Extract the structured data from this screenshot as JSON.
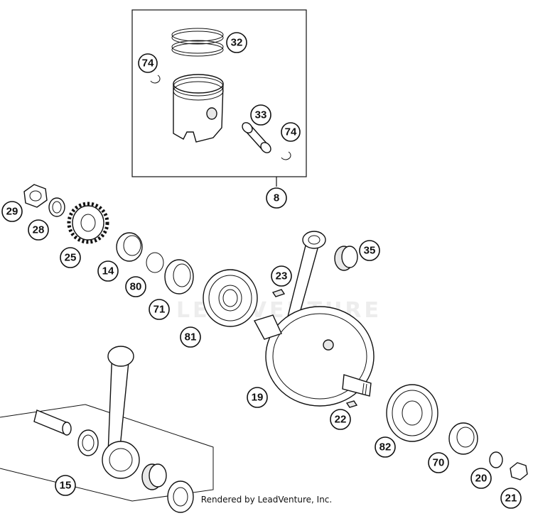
{
  "callouts": [
    {
      "label": "32"
    },
    {
      "label": "74"
    },
    {
      "label": "33"
    },
    {
      "label": "74"
    },
    {
      "label": "8"
    },
    {
      "label": "29"
    },
    {
      "label": "28"
    },
    {
      "label": "25"
    },
    {
      "label": "14"
    },
    {
      "label": "80"
    },
    {
      "label": "71"
    },
    {
      "label": "81"
    },
    {
      "label": "23"
    },
    {
      "label": "35"
    },
    {
      "label": "19"
    },
    {
      "label": "22"
    },
    {
      "label": "82"
    },
    {
      "label": "70"
    },
    {
      "label": "20"
    },
    {
      "label": "21"
    },
    {
      "label": "15"
    }
  ],
  "watermark": "LEADVENTURE",
  "footer": "Rendered by LeadVenture, Inc."
}
